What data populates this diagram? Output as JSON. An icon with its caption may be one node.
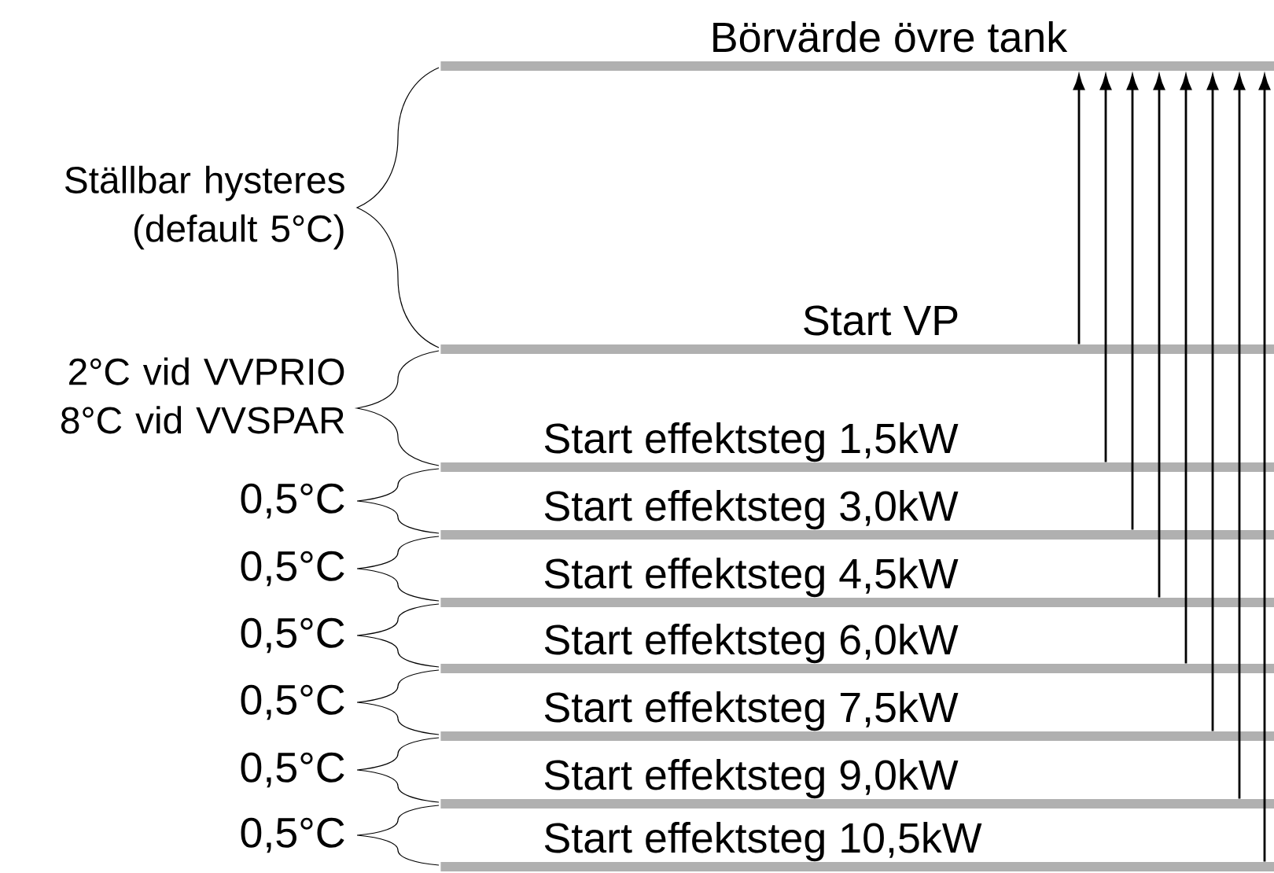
{
  "diagram": {
    "nodes": [
      {
        "text": [
          "Börvärde övre tank"
        ]
      },
      {
        "text": [
          "Start VP"
        ]
      },
      {
        "text": [
          "Start effektsteg 1,5kW"
        ]
      },
      {
        "text": [
          "Start effektsteg 3,0kW"
        ]
      },
      {
        "text": [
          "Start effektsteg 4,5kW"
        ]
      },
      {
        "text": [
          "Start effektsteg 6,0kW"
        ]
      },
      {
        "text": [
          "Start effektsteg 7,5kW"
        ]
      },
      {
        "text": [
          "Start effektsteg 9,0kW"
        ]
      },
      {
        "text": [
          "Start effektsteg 10,5kW"
        ]
      }
    ],
    "edges": [
      {
        "from": 1,
        "to": 0,
        "arrow": "to"
      },
      {
        "from": 2,
        "to": 0,
        "arrow": "to"
      },
      {
        "from": 3,
        "to": 0,
        "arrow": "to"
      },
      {
        "from": 4,
        "to": 0,
        "arrow": "to"
      },
      {
        "from": 5,
        "to": 0,
        "arrow": "to"
      },
      {
        "from": 6,
        "to": 0,
        "arrow": "to"
      },
      {
        "from": 7,
        "to": 0,
        "arrow": "to"
      },
      {
        "from": 8,
        "to": 0,
        "arrow": "to"
      }
    ],
    "labels": [
      "Ställbar hysteres (default 5°C)",
      "2°C vid VVPRIO 8°C vid VVSPAR",
      "0,5°C",
      "0,5°C",
      "0,5°C",
      "0,5°C",
      "0,5°C",
      "0,5°C"
    ]
  }
}
